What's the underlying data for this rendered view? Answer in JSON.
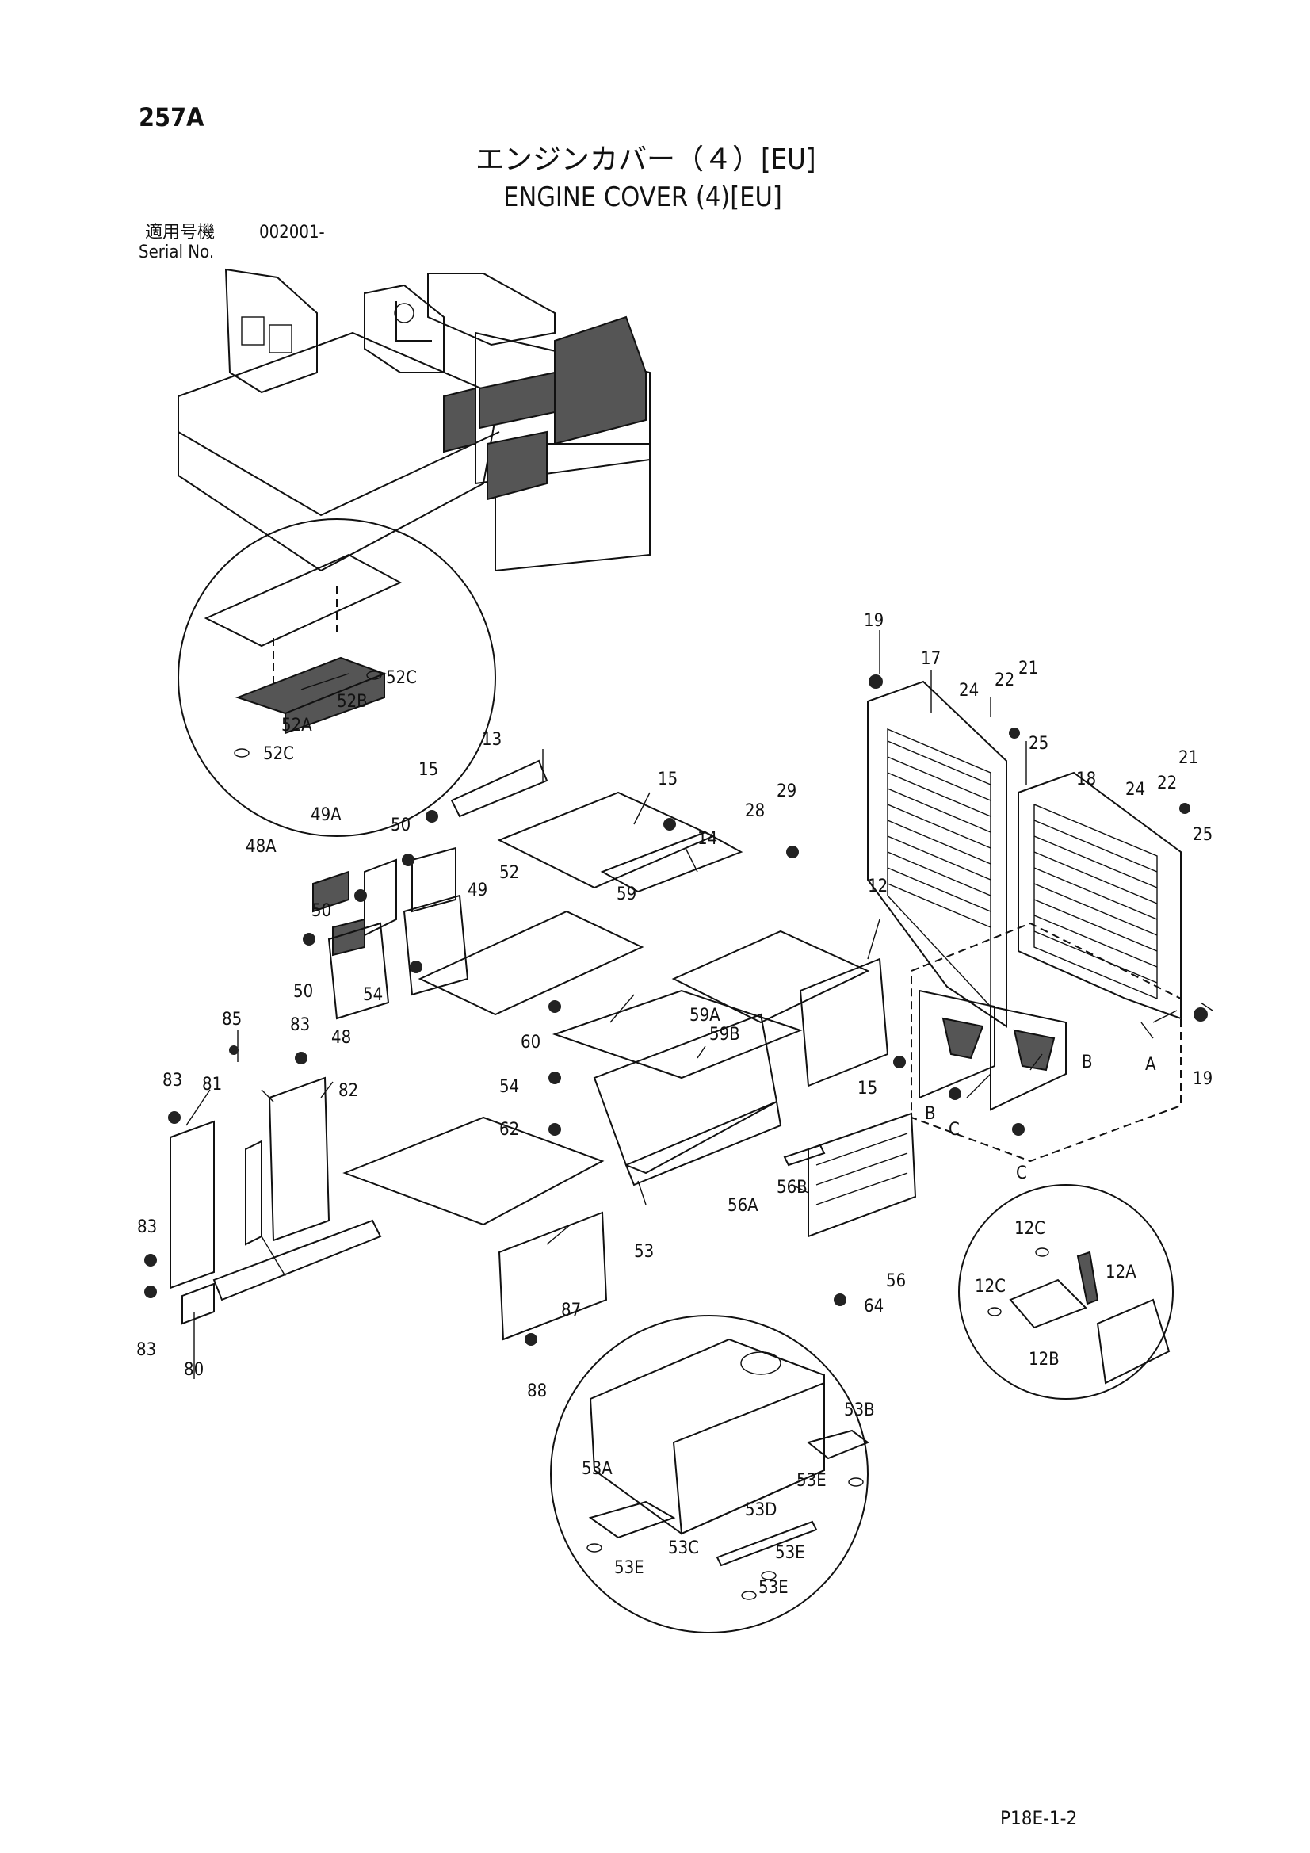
{
  "header": {
    "page_code": "257A",
    "title_ja": "エンジンカバー（４）[EU]",
    "title_en": "ENGINE COVER (4)[EU]",
    "serial_label_ja": "適用号機",
    "serial_label_en": "Serial No.",
    "serial_value": "002001-"
  },
  "footer": {
    "doc_code": "P18E-1-2"
  },
  "callouts": [
    "257A",
    "19",
    "17",
    "24",
    "22",
    "21",
    "25",
    "18",
    "24",
    "22",
    "21",
    "25",
    "13",
    "15",
    "15",
    "29",
    "28",
    "14",
    "50",
    "49A",
    "48A",
    "50",
    "49",
    "52",
    "12",
    "50",
    "48",
    "54",
    "59",
    "59A",
    "59B",
    "60",
    "85",
    "83",
    "83",
    "81",
    "82",
    "54",
    "62",
    "15",
    "B",
    "B",
    "C",
    "C",
    "A",
    "19",
    "56B",
    "56A",
    "53",
    "56",
    "64",
    "83",
    "83",
    "80",
    "87",
    "88",
    "53B",
    "53A",
    "53E",
    "53D",
    "53C",
    "53E",
    "53E",
    "53E",
    "12C",
    "12A",
    "12C",
    "12B",
    "52C",
    "52A",
    "52B",
    "52C"
  ]
}
